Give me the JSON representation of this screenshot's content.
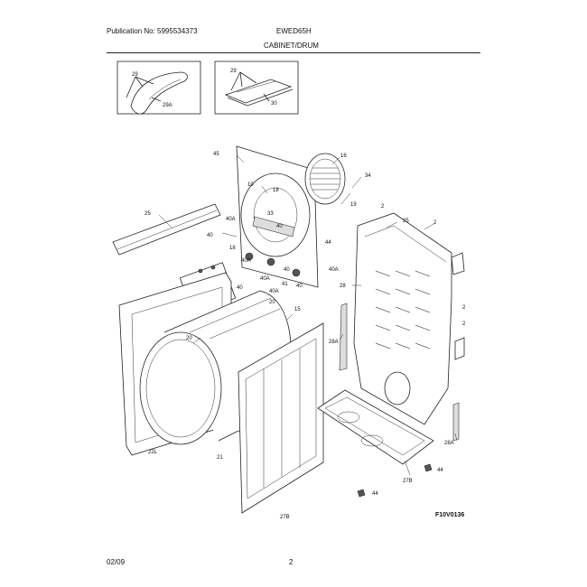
{
  "header": {
    "publication": "Publication No: 5995534373",
    "model": "EWED65H",
    "title": "CABINET/DRUM"
  },
  "footer": {
    "date": "02/09",
    "page": "2"
  },
  "figure_id": "F10V0136",
  "callouts": {
    "inset1": [
      "29",
      "29A"
    ],
    "inset2": [
      "29",
      "30"
    ],
    "main": [
      "45",
      "16",
      "34",
      "19",
      "10",
      "18",
      "33",
      "40A",
      "40",
      "18",
      "40",
      "40A",
      "40",
      "40A",
      "40A",
      "40",
      "40",
      "41",
      "20",
      "44",
      "40A",
      "25",
      "2",
      "35",
      "2",
      "28",
      "2",
      "2",
      "15",
      "20",
      "28A",
      "28A",
      "22L",
      "21",
      "27B",
      "44",
      "44",
      "27B"
    ]
  },
  "colors": {
    "line": "#222222",
    "background": "#ffffff"
  }
}
